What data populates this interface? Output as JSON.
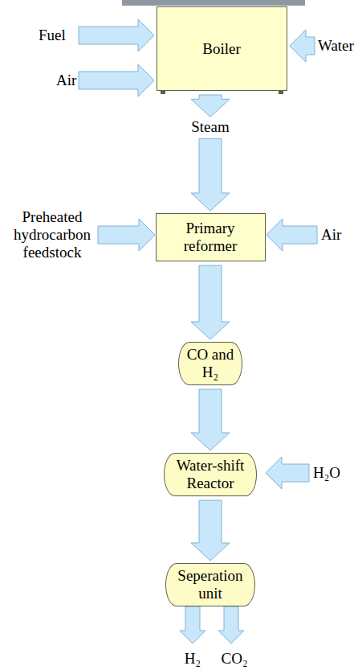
{
  "diagram": {
    "nodes": [
      {
        "text": [
          "Boiler"
        ]
      },
      {
        "text": [
          "Primary reformer"
        ]
      },
      {
        "text": [
          "CO and H₂"
        ]
      },
      {
        "text": [
          "Water-shift Reactor"
        ]
      },
      {
        "text": [
          "Seperation unit"
        ]
      }
    ],
    "edges": [
      {
        "from": 0,
        "to": 1,
        "arrow": "to",
        "label": "Steam"
      },
      {
        "from": 1,
        "to": 2,
        "arrow": "to"
      },
      {
        "from": 2,
        "to": 3,
        "arrow": "to"
      },
      {
        "from": 3,
        "to": 4,
        "arrow": "to"
      }
    ],
    "labels": [
      "Fuel",
      "Air",
      "Water",
      "Preheated hydrocarbon feedstock",
      "Air",
      "H₂O",
      "H₂",
      "CO₂"
    ]
  }
}
